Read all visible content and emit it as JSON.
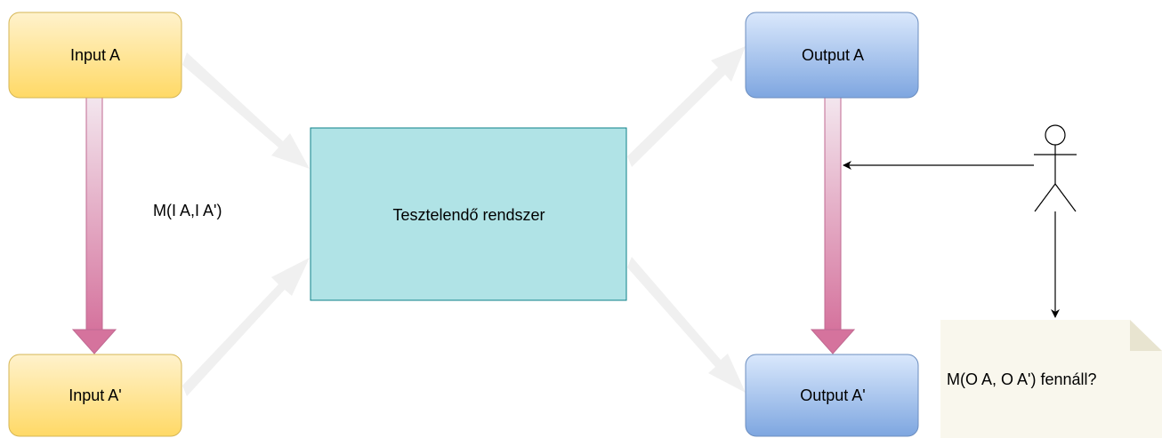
{
  "nodes": {
    "input_a": "Input A",
    "input_a_prime": "Input A'",
    "system": "Tesztelendő rendszer",
    "output_a": "Output A",
    "output_a_prime": "Output A'",
    "note": "M(O A, O A') fennáll?"
  },
  "labels": {
    "input_relation": "M(I A,I A')"
  },
  "colors": {
    "input_fill": "#ffd966",
    "output_fill": "#7ea6e0",
    "system_fill": "#b0e3e6",
    "relation_arrow": "#d9789f",
    "flow_arrow": "#f0f0f0",
    "note_fill": "#f9f7ed"
  },
  "icons": {
    "actor": "person-icon"
  }
}
